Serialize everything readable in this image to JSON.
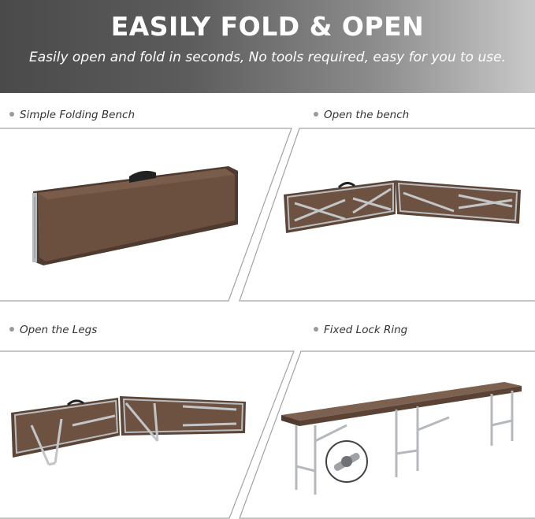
{
  "header": {
    "title": "EASILY FOLD & OPEN",
    "subtitle": "Easily open and fold in seconds, No tools required, easy for you to use."
  },
  "panels": [
    {
      "label": "Simple Folding Bench"
    },
    {
      "label": "Open the bench"
    },
    {
      "label": "Open the Legs"
    },
    {
      "label": "Fixed Lock Ring"
    }
  ],
  "colors": {
    "bench_top": "#6b5040",
    "bench_dark": "#4e3a2e",
    "frame_metal": "#b9bcbf",
    "divider": "#9e9e9e"
  }
}
